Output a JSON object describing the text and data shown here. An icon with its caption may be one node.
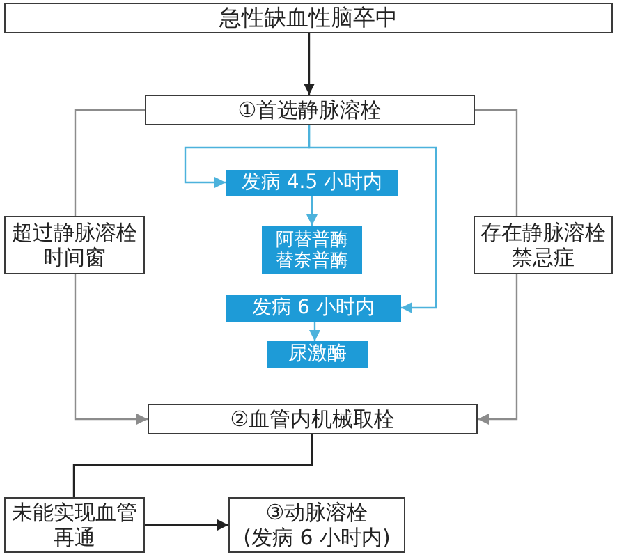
{
  "diagram": {
    "nodes": [
      {
        "text": [
          "急性缺血性脑卒中"
        ]
      },
      {
        "text": [
          "①首选静脉溶栓"
        ]
      },
      {
        "text": [
          "发病 4.5 小时内"
        ]
      },
      {
        "text": [
          "超过静脉溶栓时间窗"
        ]
      },
      {
        "text": [
          "阿替普酶",
          "替奈普酶"
        ]
      },
      {
        "text": [
          "存在静脉溶栓禁忌症"
        ]
      },
      {
        "text": [
          "发病 6 小时内"
        ]
      },
      {
        "text": [
          "尿激酶"
        ]
      },
      {
        "text": [
          "②血管内机械取栓"
        ]
      },
      {
        "text": [
          "未能实现血管再通"
        ]
      },
      {
        "text": [
          "③动脉溶栓",
          "(发病 6 小时内)"
        ]
      }
    ],
    "edges": [
      {
        "from": 0,
        "to": 1,
        "arrow": "to",
        "color": "#222222"
      },
      {
        "from": 1,
        "to": 2,
        "arrow": "to",
        "color": "#4cb2dc"
      },
      {
        "from": 1,
        "to": 6,
        "arrow": "to",
        "color": "#4cb2dc"
      },
      {
        "from": 2,
        "to": 4,
        "arrow": "to",
        "color": "#4cb2dc"
      },
      {
        "from": 6,
        "to": 7,
        "arrow": "to",
        "color": "#4cb2dc"
      },
      {
        "from": 1,
        "to": 3,
        "arrow": "none",
        "color": "#8c8c8c"
      },
      {
        "from": 3,
        "to": 8,
        "arrow": "to",
        "color": "#8c8c8c"
      },
      {
        "from": 1,
        "to": 5,
        "arrow": "none",
        "color": "#8c8c8c"
      },
      {
        "from": 5,
        "to": 8,
        "arrow": "to",
        "color": "#8c8c8c"
      },
      {
        "from": 8,
        "to": 9,
        "arrow": "none",
        "color": "#222222"
      },
      {
        "from": 9,
        "to": 10,
        "arrow": "to",
        "color": "#222222"
      }
    ]
  }
}
